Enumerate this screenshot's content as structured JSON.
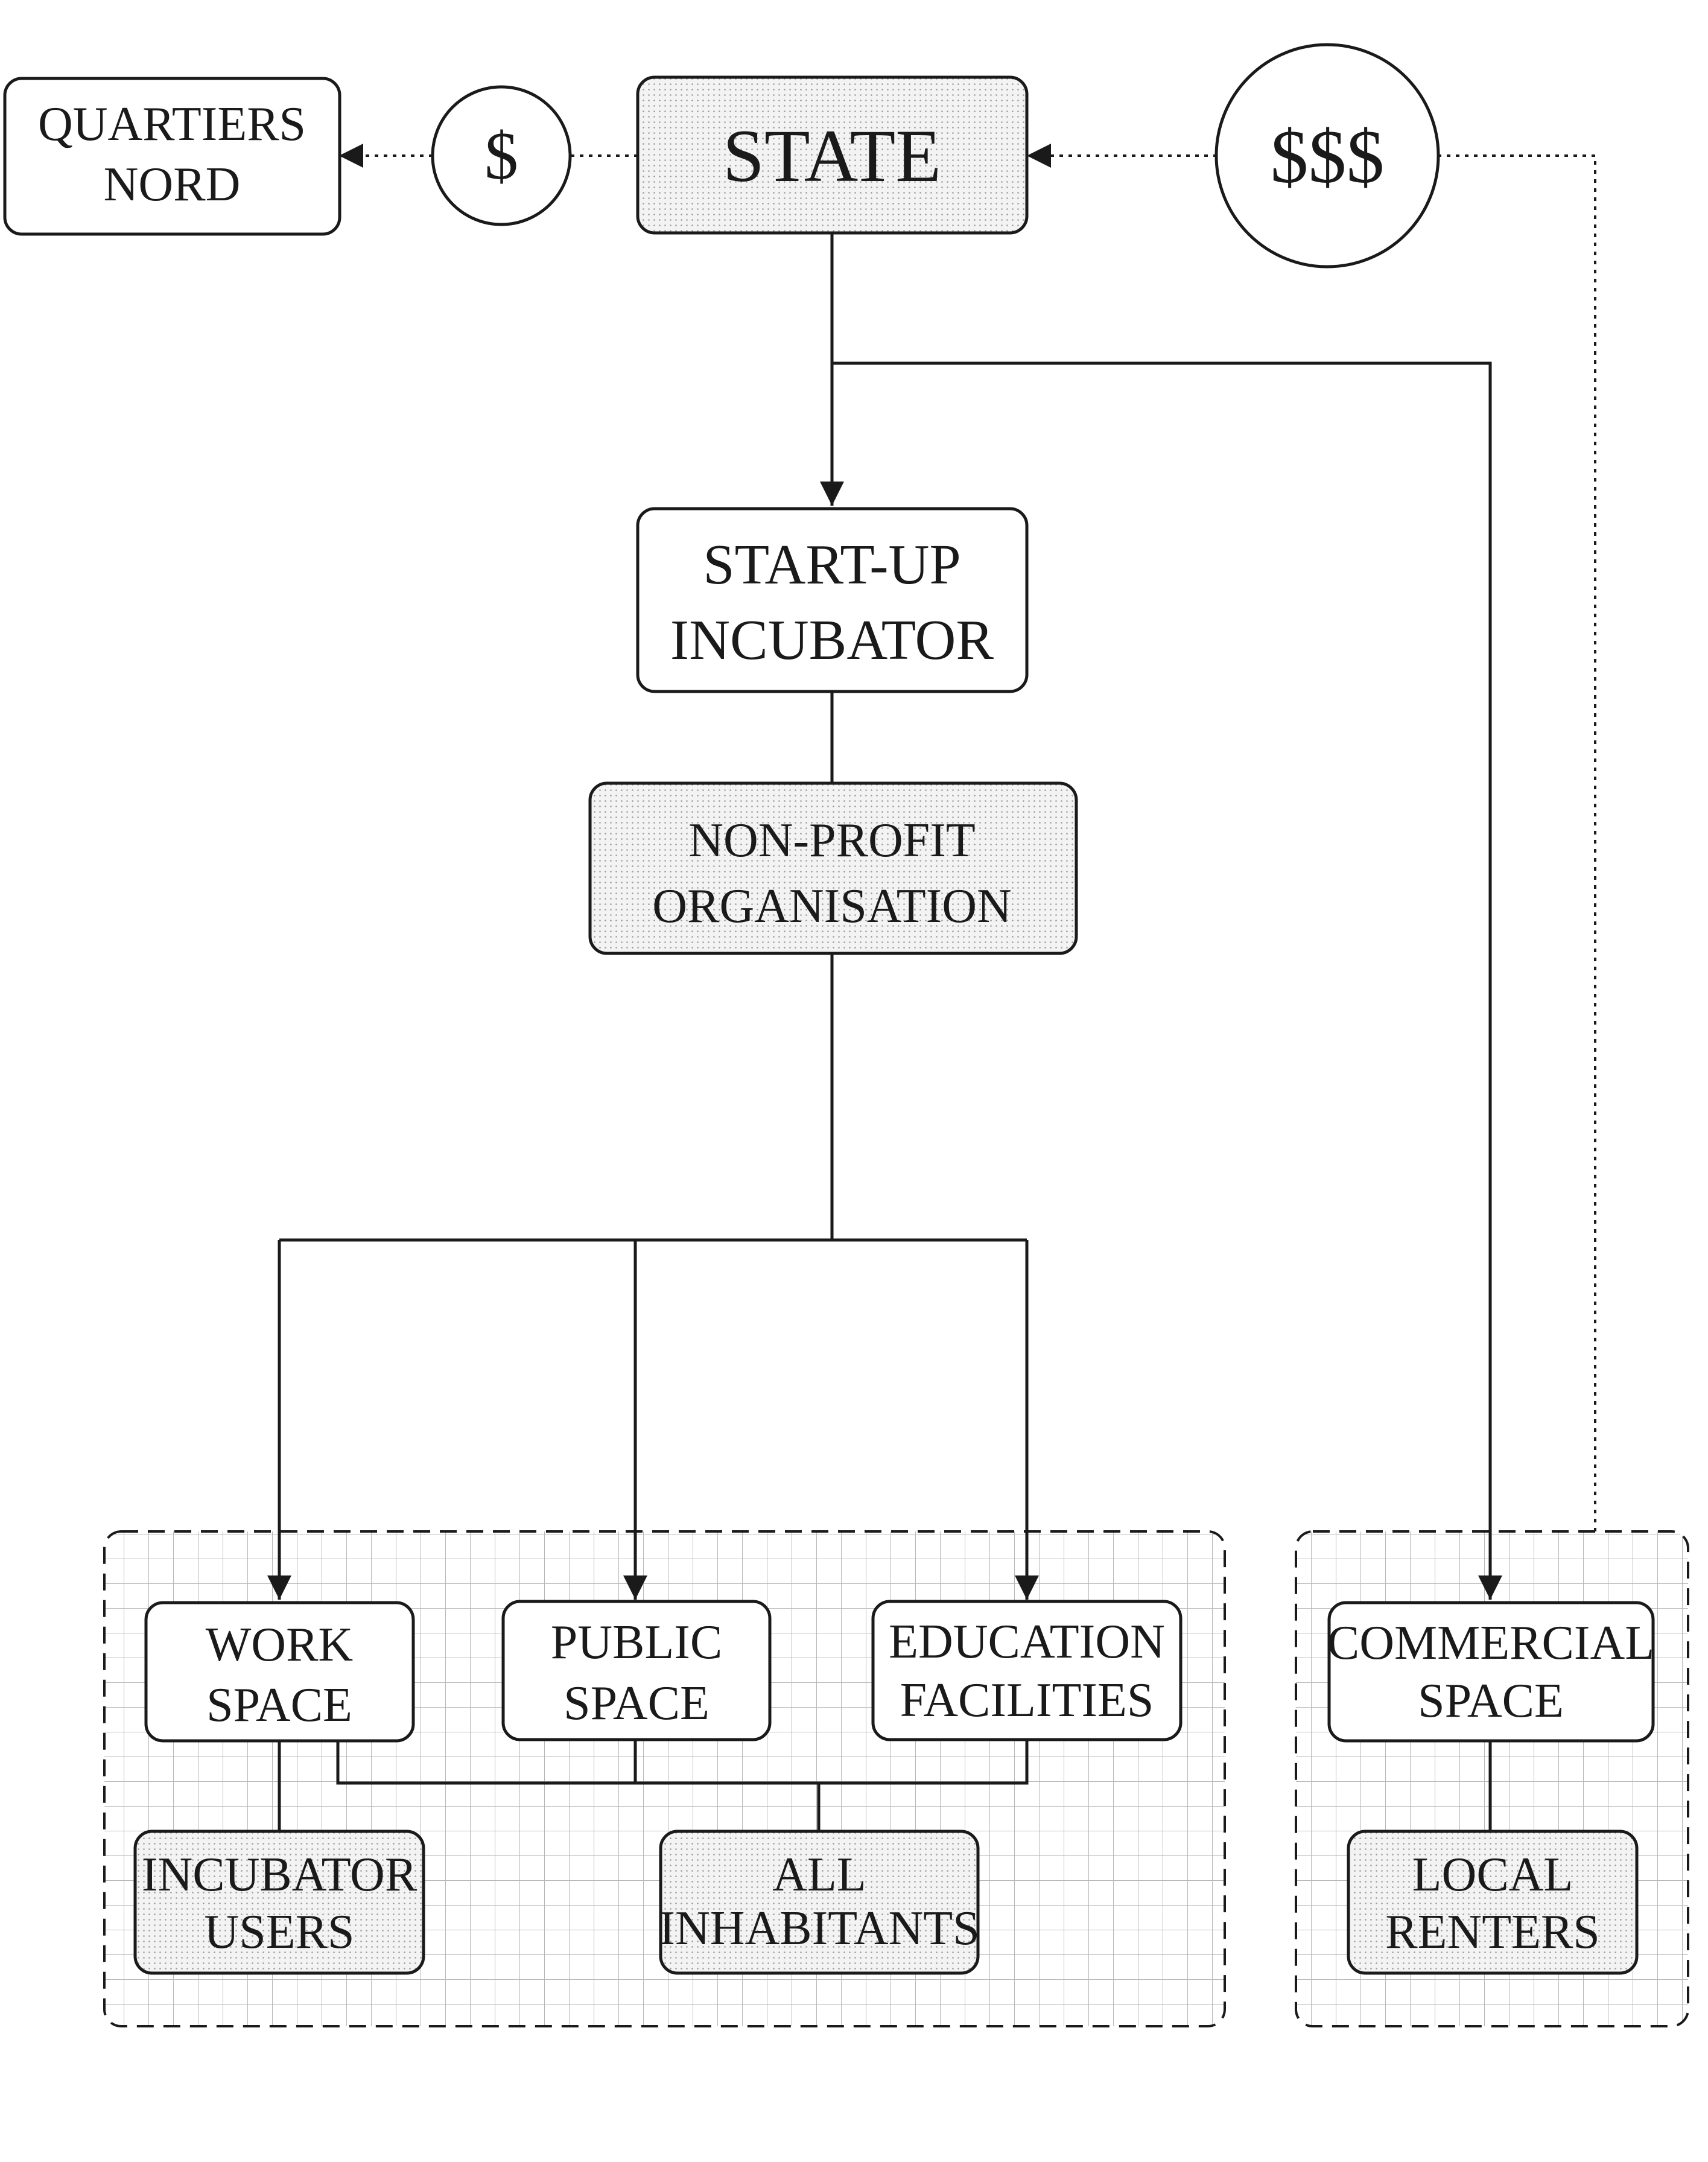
{
  "colors": {
    "ink": "#1a1a1a",
    "dotted_fill": "#f1f1f1",
    "grid_line": "#b8b8b8",
    "background": "#ffffff"
  },
  "nodes": {
    "quartiers_nord": [
      "QUARTIERS",
      "NORD"
    ],
    "state": [
      "STATE"
    ],
    "startup_incubator": [
      "START-UP",
      "INCUBATOR"
    ],
    "non_profit": [
      "NON-PROFIT",
      "ORGANISATION"
    ],
    "work_space": [
      "WORK",
      "SPACE"
    ],
    "public_space": [
      "PUBLIC",
      "SPACE"
    ],
    "education_facilities": [
      "EDUCATION",
      "FACILITIES"
    ],
    "commercial_space": [
      "COMMERCIAL",
      "SPACE"
    ],
    "incubator_users": [
      "INCUBATOR",
      "USERS"
    ],
    "all_inhabitants": [
      "ALL",
      "INHABITANTS"
    ],
    "local_renters": [
      "LOCAL",
      "RENTERS"
    ]
  },
  "money": {
    "small": "$",
    "large": "$$$"
  }
}
